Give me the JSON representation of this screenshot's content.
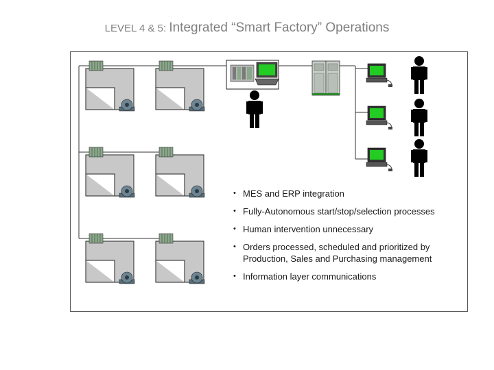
{
  "title": {
    "prefix": "LEVEL 4 & 5: ",
    "main": "Integrated “Smart Factory” Operations"
  },
  "bullets": [
    "MES and ERP integration",
    "Fully-Autonomous start/stop/selection processes",
    "Human intervention unnecessary",
    "Orders processed, scheduled and prioritized by Production, Sales and Purchasing management",
    "Information layer communications"
  ],
  "colors": {
    "machine_fill": "#c8c8c8",
    "plc_fill": "#7fa07f",
    "screen_green": "#22cc22",
    "person": "#000000",
    "pump": "#5a6e7a"
  },
  "icons": [
    "machine-icon",
    "plc-icon",
    "pump-icon",
    "computer-icon",
    "server-icon",
    "person-icon"
  ]
}
